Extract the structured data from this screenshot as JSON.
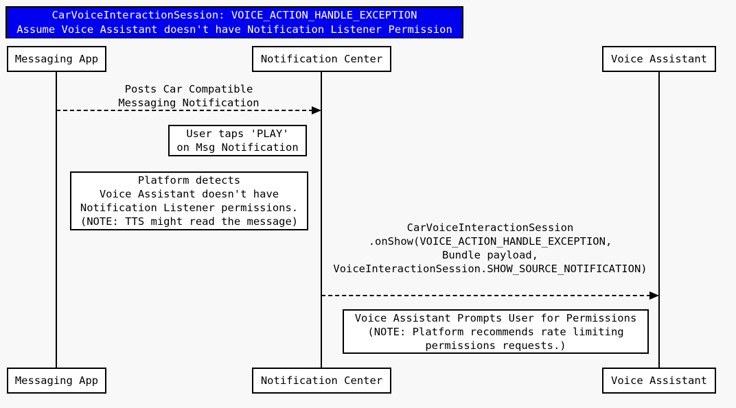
{
  "colors": {
    "background": "#f8f8f8",
    "title_bg": "#0000ee",
    "title_text": "#ffffff",
    "box_bg": "#ffffff",
    "line": "#000000"
  },
  "title": {
    "line1": "CarVoiceInteractionSession: VOICE_ACTION_HANDLE_EXCEPTION",
    "line2": "Assume Voice Assistant doesn't have Notification Listener Permission"
  },
  "participants": [
    {
      "name": "Messaging App"
    },
    {
      "name": "Notification Center"
    },
    {
      "name": "Voice Assistant"
    }
  ],
  "messages": [
    {
      "from": "Messaging App",
      "to": "Notification Center",
      "line_style": "dashed",
      "label_lines": [
        "Posts Car Compatible",
        "Messaging Notification"
      ]
    },
    {
      "from": "Notification Center",
      "to": "Voice Assistant",
      "line_style": "dashed",
      "label_lines": [
        "CarVoiceInteractionSession",
        ".onShow(VOICE_ACTION_HANDLE_EXCEPTION,",
        "Bundle payload,",
        "VoiceInteractionSession.SHOW_SOURCE_NOTIFICATION)"
      ]
    }
  ],
  "notes": [
    {
      "lines": [
        "User taps 'PLAY'",
        "on Msg Notification"
      ]
    },
    {
      "lines": [
        "Platform detects",
        "Voice Assistant doesn't have",
        "Notification Listener permissions.",
        "(NOTE: TTS might read the message)"
      ]
    },
    {
      "lines": [
        "Voice Assistant Prompts User for Permissions",
        "(NOTE: Platform recommends rate limiting",
        "permissions requests.)"
      ]
    }
  ]
}
